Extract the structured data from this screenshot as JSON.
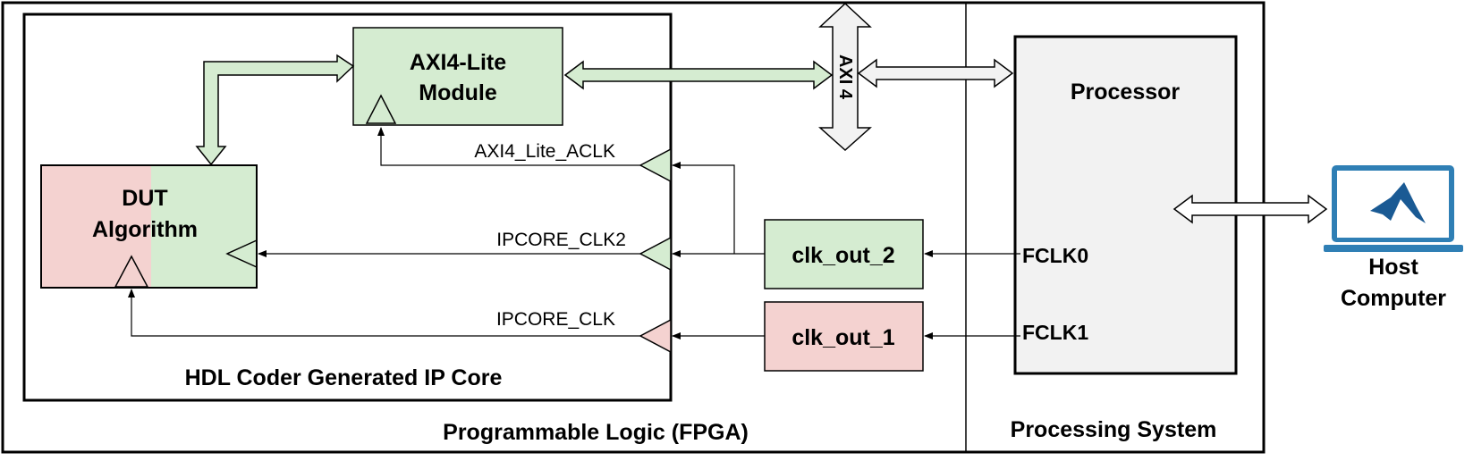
{
  "labels": {
    "axi_lite_line1": "AXI4-Lite",
    "axi_lite_line2": "Module",
    "dut_line1": "DUT",
    "dut_line2": "Algorithm",
    "ip_core": "HDL Coder Generated IP Core",
    "pl": "Programmable Logic (FPGA)",
    "ps": "Processing System",
    "processor": "Processor",
    "axi4": "AXI 4",
    "aclk": "AXI4_Lite_ACLK",
    "clk2": "IPCORE_CLK2",
    "clk1": "IPCORE_CLK",
    "clk_out_2": "clk_out_2",
    "clk_out_1": "clk_out_1",
    "fclk0": "FCLK0",
    "fclk1": "FCLK1",
    "host_line1": "Host",
    "host_line2": "Computer"
  },
  "colors": {
    "green": "#d5ecd1",
    "pink": "#f4d2d0",
    "gray": "#f2f2f2",
    "stroke": "#000000",
    "laptop": "#2f7fb5",
    "laptop_screen": "#ffffff",
    "matlab": "#1a5a94"
  },
  "icons": {
    "host": "laptop-icon",
    "logo": "matlab-logo-icon"
  }
}
